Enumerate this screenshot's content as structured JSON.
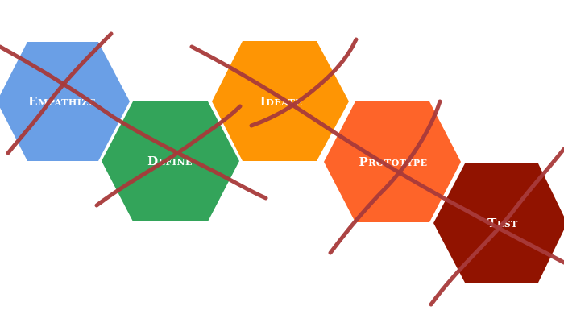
{
  "diagram": {
    "stages": [
      {
        "label": "Empathize",
        "color": "#6a9fe6",
        "icon": "hexagon-shape"
      },
      {
        "label": "Define",
        "color": "#33a45a",
        "icon": "hexagon-shape"
      },
      {
        "label": "Ideate",
        "color": "#fe9504",
        "icon": "hexagon-shape"
      },
      {
        "label": "Prototype",
        "color": "#fe6429",
        "icon": "hexagon-shape"
      },
      {
        "label": "Test",
        "color": "#911300",
        "icon": "hexagon-shape"
      }
    ],
    "cross_out_color": "#a83a3a"
  }
}
